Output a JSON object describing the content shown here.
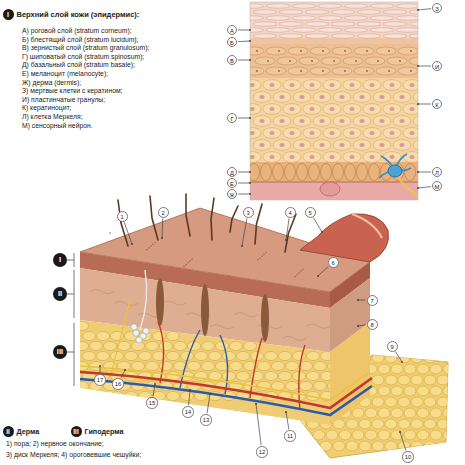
{
  "diagram": {
    "nodes": [
      {
        "text": [
          "I",
          "Верхний слой кожи (эпидермис):"
        ]
      },
      {
        "text": [
          "З"
        ]
      },
      {
        "text": [
          "А"
        ]
      },
      {
        "text": [
          "Б"
        ]
      },
      {
        "text": [
          "В"
        ]
      },
      {
        "text": [
          "И"
        ]
      },
      {
        "text": [
          "К"
        ]
      },
      {
        "text": [
          "Г"
        ]
      },
      {
        "text": [
          "Д"
        ]
      },
      {
        "text": [
          "Л"
        ]
      },
      {
        "text": [
          "Е"
        ]
      },
      {
        "text": [
          "М"
        ]
      },
      {
        "text": [
          "Ж"
        ]
      },
      {
        "text": [
          "I"
        ]
      },
      {
        "text": [
          "II"
        ]
      },
      {
        "text": [
          "III"
        ]
      },
      {
        "text": [
          "1"
        ]
      },
      {
        "text": [
          "2"
        ]
      },
      {
        "text": [
          "3"
        ]
      },
      {
        "text": [
          "4"
        ]
      },
      {
        "text": [
          "5"
        ]
      },
      {
        "text": [
          "6"
        ]
      },
      {
        "text": [
          "7"
        ]
      },
      {
        "text": [
          "8"
        ]
      },
      {
        "text": [
          "9"
        ]
      },
      {
        "text": [
          "10"
        ]
      },
      {
        "text": [
          "11"
        ]
      },
      {
        "text": [
          "12"
        ]
      },
      {
        "text": [
          "13"
        ]
      },
      {
        "text": [
          "14"
        ]
      },
      {
        "text": [
          "15"
        ]
      },
      {
        "text": [
          "16"
        ]
      },
      {
        "text": [
          "17"
        ]
      },
      {
        "text": [
          "II",
          "Дерма"
        ]
      },
      {
        "text": [
          "III",
          "Гиподерма"
        ]
      }
    ],
    "labels": [
      "А) роговой слой (stratum corneum);",
      "Б) блестящий слой (stratum lucidum);",
      "В) зернистый слой (stratum granulosum);",
      "Г) шиповатый слой (stratum spinosum);",
      "Д) базальный слой (stratum basale);",
      "Е) меланоцит (melanocyte);",
      "Ж) дерма (dermis);",
      "З) мертвые клетки с кератином;",
      "И) пластинчатые гранулы;",
      "К) кератиноцит;",
      "Л) клетка Меркеля;",
      "М) сенсорный нейрон.",
      "1) пора; 2) нервное окончание;",
      "3) диск Меркеля; 4) ороговевшие чешуйки;"
    ]
  }
}
